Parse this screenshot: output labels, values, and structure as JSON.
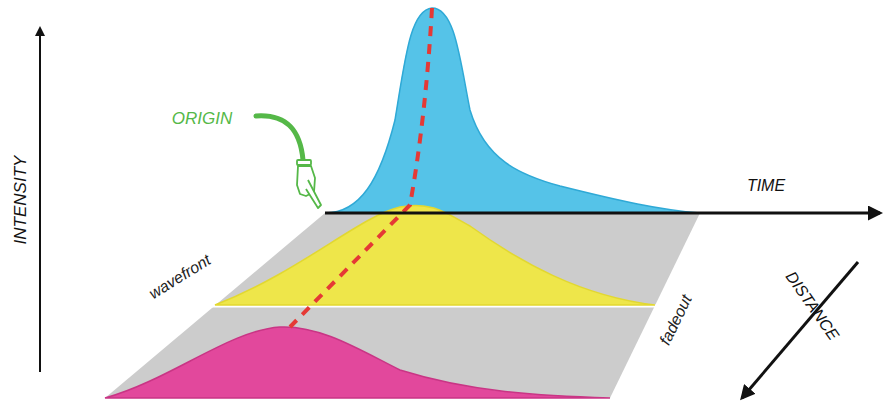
{
  "diagram": {
    "labels": [
      "INTENSITY",
      "ORIGIN",
      "TIME",
      "DISTANCE",
      "wavefront",
      "fadeout"
    ]
  }
}
